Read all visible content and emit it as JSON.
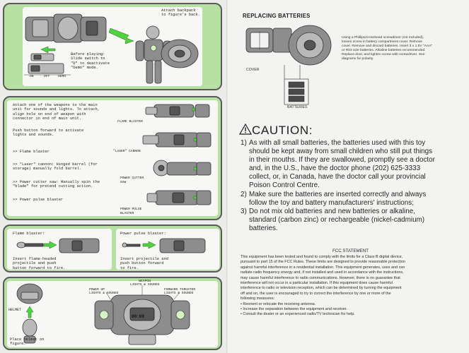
{
  "left_page": {
    "panel_top": {
      "callout": [
        "Attach backpack",
        "to figure's back."
      ],
      "switch_notes": [
        "Before playing:",
        "Slide switch to",
        "\"D\" to deactivate",
        "\"Demo\" mode."
      ],
      "switch_labels": [
        "ON",
        "OFF",
        "DEMO"
      ]
    },
    "panel_weapons": {
      "intro": [
        "Attach one of the weapons to the main",
        "unit for sounds and lights. To attach,",
        "align hole on end of weapon with",
        "connector in end of main unit."
      ],
      "push": [
        "Push button forward to activate",
        "lights and sounds."
      ],
      "bullets": [
        [
          ">> Flame blaster"
        ],
        [
          ">> \"Laser\" cannon: Hinged barrel (for",
          "     storage) manually fold barrel."
        ],
        [
          ">> Power cutter saw: Manually spin the",
          "     \"blade\" for pretend cutting action."
        ],
        [
          ">> Power pulse blaster"
        ]
      ],
      "labels": [
        "FLAME BLASTER",
        "\"LASER\" CANNON",
        "POWER CUTTER SAW",
        "POWER PULSE BLASTER"
      ]
    },
    "panel_projectiles": {
      "left_title": "Flame blaster:",
      "right_title": "Power pulse blaster:",
      "left_text": [
        "Insert flame-headed",
        "projectile and push",
        "button forward to fire."
      ],
      "right_text": [
        "Insert projectile and",
        "push button forward",
        "to fire."
      ]
    },
    "panel_helmet": {
      "helmet_label": "HELMET",
      "weapon_label": [
        "WEAPON",
        "LIGHTS & SOUNDS"
      ],
      "power_label": [
        "POWER UP",
        "LIGHTS & SOUNDS"
      ],
      "thruster_label": [
        "FORWARD THRUSTER",
        "LIGHTS & SOUNDS"
      ],
      "place_text": [
        "Place helmet on",
        "figure."
      ],
      "display_text": "00:00"
    }
  },
  "right_page": {
    "replacing": {
      "title": "REPLACING BATTERIES",
      "instructions": [
        "Using a Phillips/crosshead screwdriver (not included),",
        "loosen screw in battery compartment cover. Remove",
        "cover. Remove and discard batteries. Insert 3 x 1.5V \"AAA\"",
        "or R03 size batteries. Alkaline batteries recommended.",
        "Replace door, and tighten screw with screwdriver. See",
        "diagrams for polarity."
      ],
      "cover_label": "COVER",
      "batteries_label": "BATTERIES"
    },
    "caution": {
      "title": "CAUTION:",
      "items": [
        {
          "num": "1)",
          "lines": [
            "As with all small batteries, the batteries used with this toy",
            "should be kept away from small children who still put things",
            "in their mouths. If they are swallowed, promptly see a doctor",
            "and, in the U.S., have the doctor phone (202) 625-3333",
            "collect, or, in Canada, have the doctor call your provincial",
            "Poison Control Centre."
          ]
        },
        {
          "num": "2)",
          "lines": [
            "Make sure the batteries are inserted correctly and always",
            "follow the toy and battery manufacturers' instructions;"
          ]
        },
        {
          "num": "3)",
          "lines": [
            "Do not mix old batteries and new batteries or alkaline,",
            "standard (carbon zinc) or rechargeable (nickel-cadmium)",
            "batteries."
          ]
        }
      ]
    },
    "fcc": {
      "title": "FCC STATEMENT",
      "body": [
        "This equipment has been tested and found to comply with the limits for a Class B digital device,",
        "pursuant to part 15 of the FCC Rules. These limits are designed to provide reasonable protection",
        "against harmful interference in a residential installation. This equipment generates, uses and can",
        "radiate radio frequency energy and, if not installed and used in accordance with the instructions,",
        "may cause harmful interference to radio communications. However, there is no guarantee that",
        "interference will not occur in a particular installation. If this equipment does cause harmful",
        "interference to radio or television reception, which can be determined by turning the equipment",
        "off and on, the user is encouraged to try to correct the interference by one or more of the",
        "following measures:"
      ],
      "bullets": [
        "• Reorient or relocate the receiving antenna.",
        "• Increase the separation between the equipment and receiver.",
        "• Consult the dealer or an experienced radio/TV technician for help."
      ]
    }
  }
}
